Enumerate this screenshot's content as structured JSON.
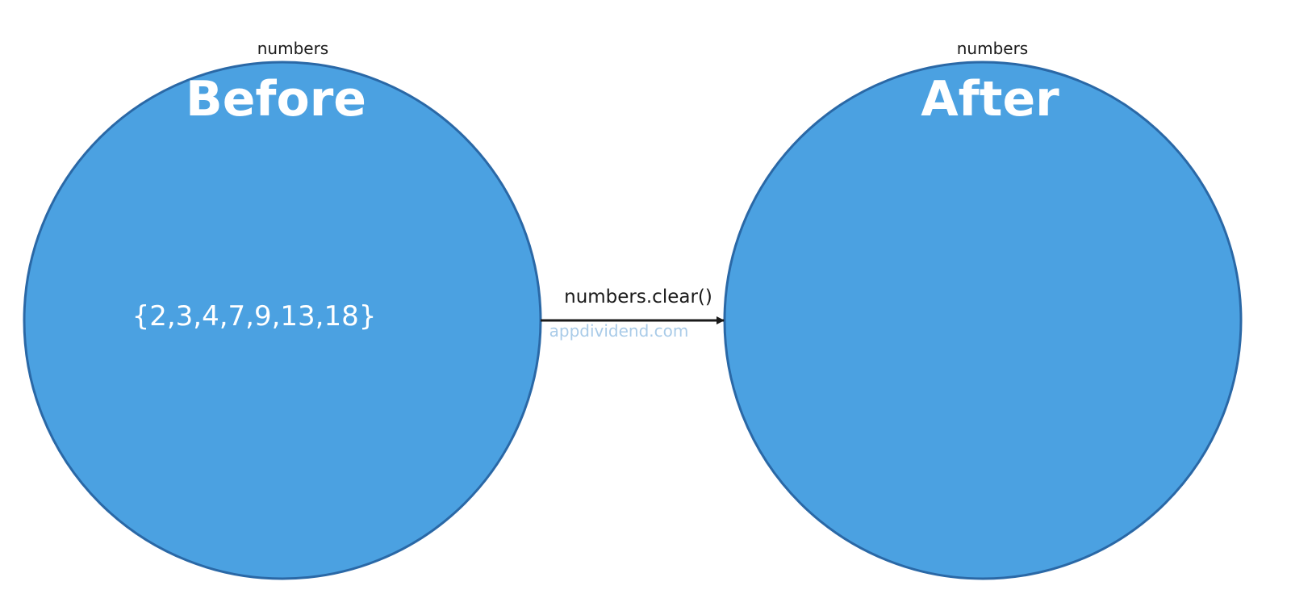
{
  "colors": {
    "circle_fill": "#4ba1e1",
    "circle_stroke": "#2a68a6",
    "arrow": "#1a1a1a",
    "background": "#ffffff"
  },
  "before": {
    "name": "numbers",
    "title": "Before",
    "contents": "{2,3,4,7,9,13,18}"
  },
  "after": {
    "name": "numbers",
    "title": "After",
    "contents": ""
  },
  "operation": {
    "label": "numbers.clear()"
  },
  "watermark": "appdividend.com"
}
